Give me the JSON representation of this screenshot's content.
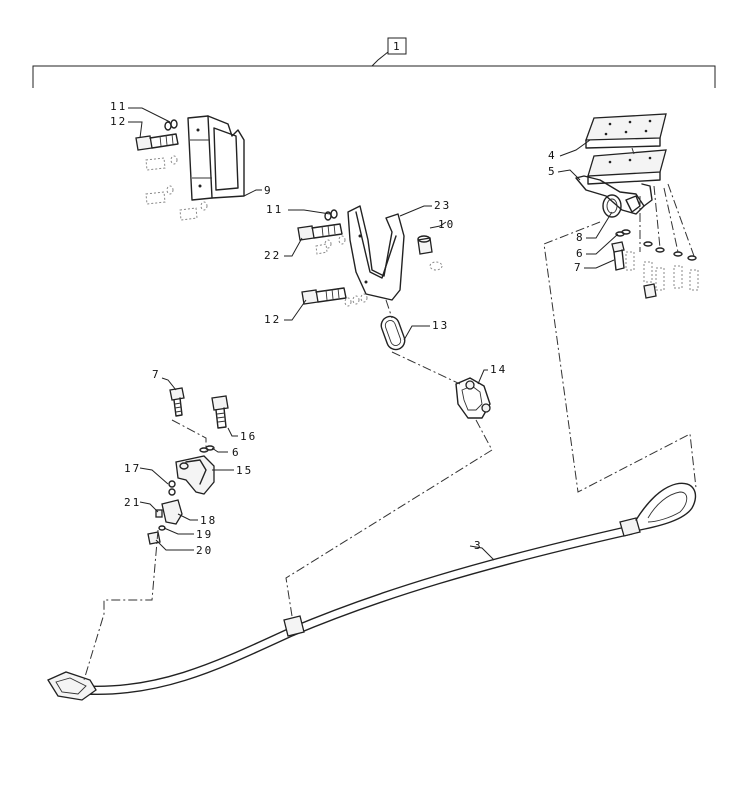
{
  "diagram": {
    "assembly_label": "1",
    "callouts": {
      "c11a": "11",
      "c12a": "12",
      "c9": "9",
      "c11b": "11",
      "c22": "22",
      "c12b": "12",
      "c23": "23",
      "c10": "10",
      "c13": "13",
      "c14": "14",
      "c4": "4",
      "c5": "5",
      "c8": "8",
      "c6a": "6",
      "c7a": "7",
      "c7b": "7",
      "c16": "16",
      "c6b": "6",
      "c15": "15",
      "c17": "17",
      "c21": "21",
      "c18": "18",
      "c19": "19",
      "c20": "20",
      "c3": "3"
    }
  }
}
